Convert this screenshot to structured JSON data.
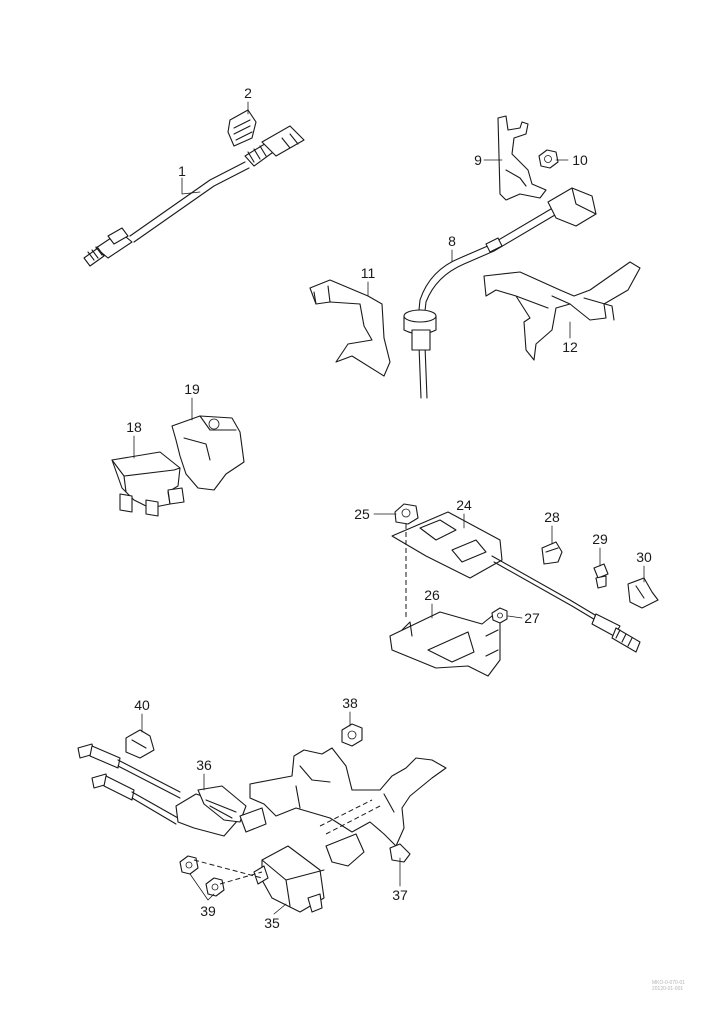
{
  "diagram": {
    "callouts": [
      "1",
      "2",
      "8",
      "9",
      "10",
      "11",
      "12",
      "18",
      "19",
      "24",
      "25",
      "26",
      "27",
      "28",
      "29",
      "30",
      "35",
      "36",
      "37",
      "38",
      "39",
      "40"
    ],
    "watermark": [
      "MKO-0-070-01",
      "20120-01-001"
    ]
  }
}
